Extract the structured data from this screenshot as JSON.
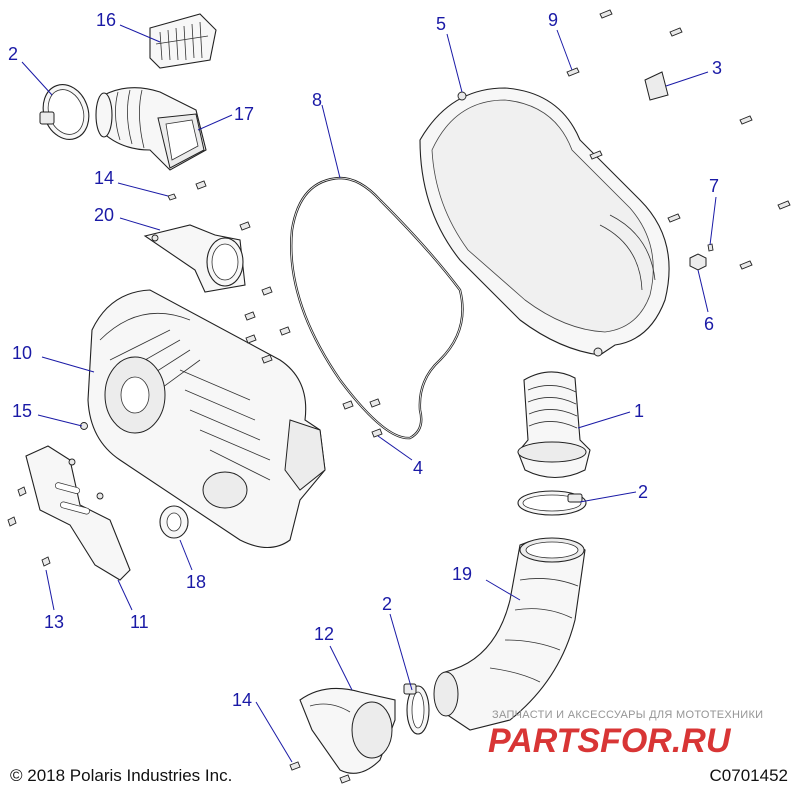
{
  "callouts": [
    {
      "text": "1"
    },
    {
      "text": "2"
    },
    {
      "text": "2"
    },
    {
      "text": "2"
    },
    {
      "text": "3"
    },
    {
      "text": "4"
    },
    {
      "text": "5"
    },
    {
      "text": "6"
    },
    {
      "text": "7"
    },
    {
      "text": "8"
    },
    {
      "text": "9"
    },
    {
      "text": "10"
    },
    {
      "text": "11"
    },
    {
      "text": "12"
    },
    {
      "text": "13"
    },
    {
      "text": "14"
    },
    {
      "text": "14"
    },
    {
      "text": "15"
    },
    {
      "text": "16"
    },
    {
      "text": "17"
    },
    {
      "text": "18"
    },
    {
      "text": "19"
    },
    {
      "text": "20"
    }
  ],
  "footer": {
    "copyright": "© 2018 Polaris Industries Inc.",
    "code": "C0701452"
  },
  "watermark": {
    "tagline": "ЗАПЧАСТИ И АКСЕССУАРЫ ДЛЯ МОТОТЕХНИКИ",
    "brand": "PARTSFOR.RU"
  },
  "colors": {
    "callout": "#1a1aa6",
    "watermark_brand": "#d42020"
  }
}
